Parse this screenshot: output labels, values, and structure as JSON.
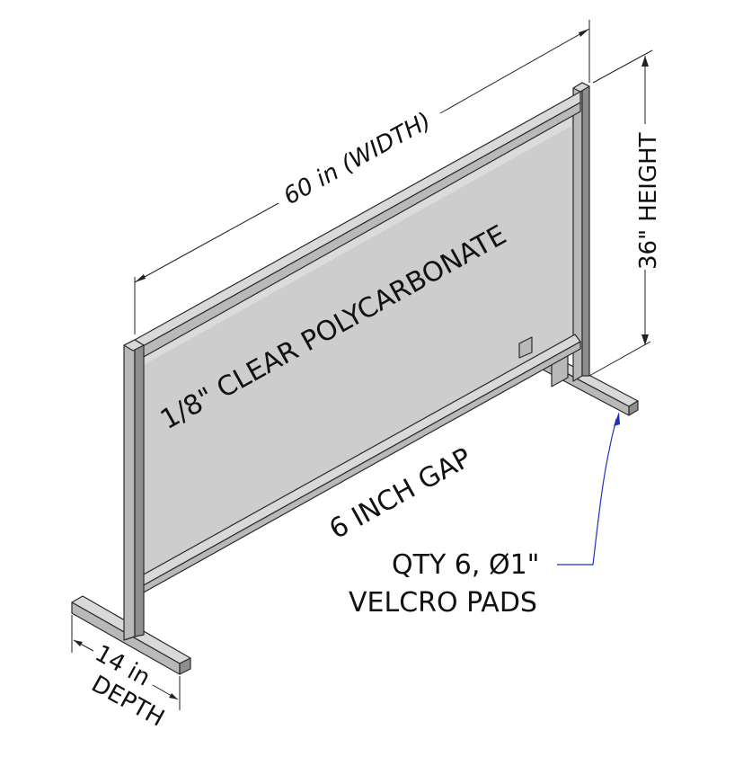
{
  "labels": {
    "width": "60 in (WIDTH)",
    "height": "36\" HEIGHT",
    "material": "1/8\" CLEAR POLYCARBONATE",
    "gap": "6 INCH GAP",
    "pads_line1": "QTY 6, Ø1\"",
    "pads_line2": "VELCRO PADS",
    "depth_line1": "14 in",
    "depth_line2": "DEPTH"
  },
  "colors": {
    "panel": "#cccccc",
    "frame": "#9a9a9a",
    "leader": "#1f2fbf"
  }
}
